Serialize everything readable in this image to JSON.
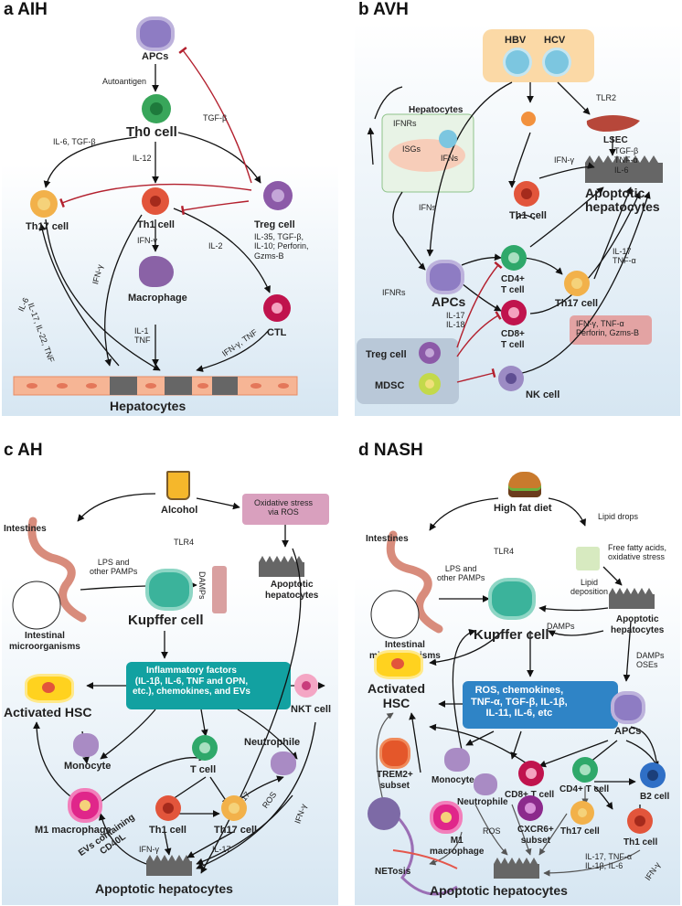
{
  "colors": {
    "black_arrow": "#111111",
    "inhibit_red": "#b3202e",
    "th17": "#f2b14a",
    "th1": "#e2553b",
    "treg": "#8c5aa8",
    "cd8": "#c0134d",
    "cd4": "#2fa86a",
    "nk": "#9c8bc4",
    "apc": "#8e7cc3",
    "teal_box": "#12a1a1",
    "blue_box": "#2f84c6",
    "pink_box": "#d9a0be",
    "virus_box": "#fbd9a6",
    "treg_box": "#b9c8d8",
    "cytokine_box": "#e3a3a3",
    "hepatocyte": "#f4a582",
    "kupffer": "#3bb39b",
    "hsc": "#ffd21f"
  },
  "aih": {
    "title": "a AIH",
    "apcs": "APCs",
    "autoantigen": "Autoantigen",
    "th0": "Th0 cell",
    "il6_tgfb": "IL-6, TGF-β",
    "tgfb": "TGF-β",
    "il12": "IL-12",
    "th17": "Th17 cell",
    "th1": "Th1 cell",
    "treg": "Treg cell",
    "treg_cytokines": "IL-35, TGF-β,\nIL-10; Perforin,\nGzms-B",
    "ifng": "IFN-γ",
    "il2": "IL-2",
    "il17_il22_tnf": "IL-17, IL-22, TNF",
    "il6": "IL-6",
    "ifng_side": "IFN-γ",
    "macrophage": "Macrophage",
    "il1_tnf": "IL-1\nTNF",
    "ctl": "CTL",
    "ifng_tnf": "IFN-γ, TNF",
    "hepatocytes": "Hepatocytes"
  },
  "avh": {
    "title": "b AVH",
    "hbv": "HBV",
    "hcv": "HCV",
    "tlr2": "TLR2",
    "lsec": "LSEC",
    "lsec_cytokines": "TGF-β\nTNF-α\nIL-6",
    "hepatocytes": "Hepatocytes",
    "ifnrs_top": "IFNRs",
    "isgs": "ISGs",
    "ifns_inner": "IFNs",
    "ifns": "IFNs",
    "ifng": "IFN-γ",
    "th1": "Th1 cell",
    "apoptotic": "Apoptotic\nhepatocytes",
    "il17_tnfa": "IL-17\nTNF-α",
    "ifnrs": "IFNRs",
    "apcs": "APCs",
    "cd4": "CD4+\nT cell",
    "th17": "Th17 cell",
    "il17_il18": "IL-17\nIL-18",
    "cd8": "CD8+\nT cell",
    "cytokines": "IFN-γ, TNF-α\nPerforin, Gzms-B",
    "treg": "Treg cell",
    "mdsc": "MDSC",
    "nk": "NK cell"
  },
  "ah": {
    "title": "c AH",
    "alcohol": "Alcohol",
    "oxidative": "Oxidative stress\nvia ROS",
    "intestines": "Intestines",
    "tlr4": "TLR4",
    "damps": "DAMPs",
    "lps": "LPS and\nother PAMPs",
    "apoptotic_top": "Apoptotic\nhepatocytes",
    "microorganisms": "Intestinal\nmicroorganisms",
    "kupffer": "Kupffer cell",
    "inflammatory": "Inflammatory factors\n(IL-1β, IL-6, TNF and OPN,\netc.), chemokines, and EVs",
    "hsc": "Activated HSC",
    "nkt": "NKT cell",
    "monocyte": "Monocyte",
    "tcell": "T cell",
    "neutrophile": "Neutrophile",
    "m1": "M1 macrophage",
    "il17_a": "IL-17",
    "ros": "ROS",
    "ifng_side": "IFN-γ",
    "th1": "Th1 cell",
    "th17": "Th17 cell",
    "ifng": "IFN-γ",
    "il17_b": "IL-17",
    "evs": "EVs containing\nCD40L",
    "apoptotic": "Apoptotic hepatocytes"
  },
  "nash": {
    "title": "d NASH",
    "hfd": "High fat diet",
    "lipid_drops": "Lipid drops",
    "intestines": "Intestines",
    "lps": "LPS and\nother PAMPs",
    "tlr4": "TLR4",
    "lipid_dep": "Lipid\ndeposition",
    "ffa": "Free fatty acids,\noxidative stress",
    "damps": "DAMPs",
    "microorganisms": "Intestinal\nmicroorganisms",
    "kupffer": "Kupffer cell",
    "apoptotic_top": "Apoptotic\nhepatocytes",
    "hsc": "Activated\nHSC",
    "ros_box": "ROS, chemokines,\nTNF-α, TGF-β, IL-1β,\nIL-11, IL-6, etc",
    "damps_oses": "DAMPs\nOSEs",
    "apcs": "APCs",
    "trem2": "TREM2+\nsubset",
    "monocyte": "Monocyte",
    "cd8": "CD8+ T cell",
    "cd4": "CD4+ T cell",
    "b2": "B2 cell",
    "neutrophile": "Neutrophile",
    "m1": "M1\nmacrophage",
    "ros": "ROS",
    "cxcr6": "CXCR6+\nsubset",
    "th17": "Th17 cell",
    "th1": "Th1 cell",
    "il_list": "IL-17, TNF-α\nIL-1β, IL-6",
    "ifng": "IFN-γ",
    "netosis": "NETosis",
    "apoptotic": "Apoptotic hepatocytes"
  }
}
